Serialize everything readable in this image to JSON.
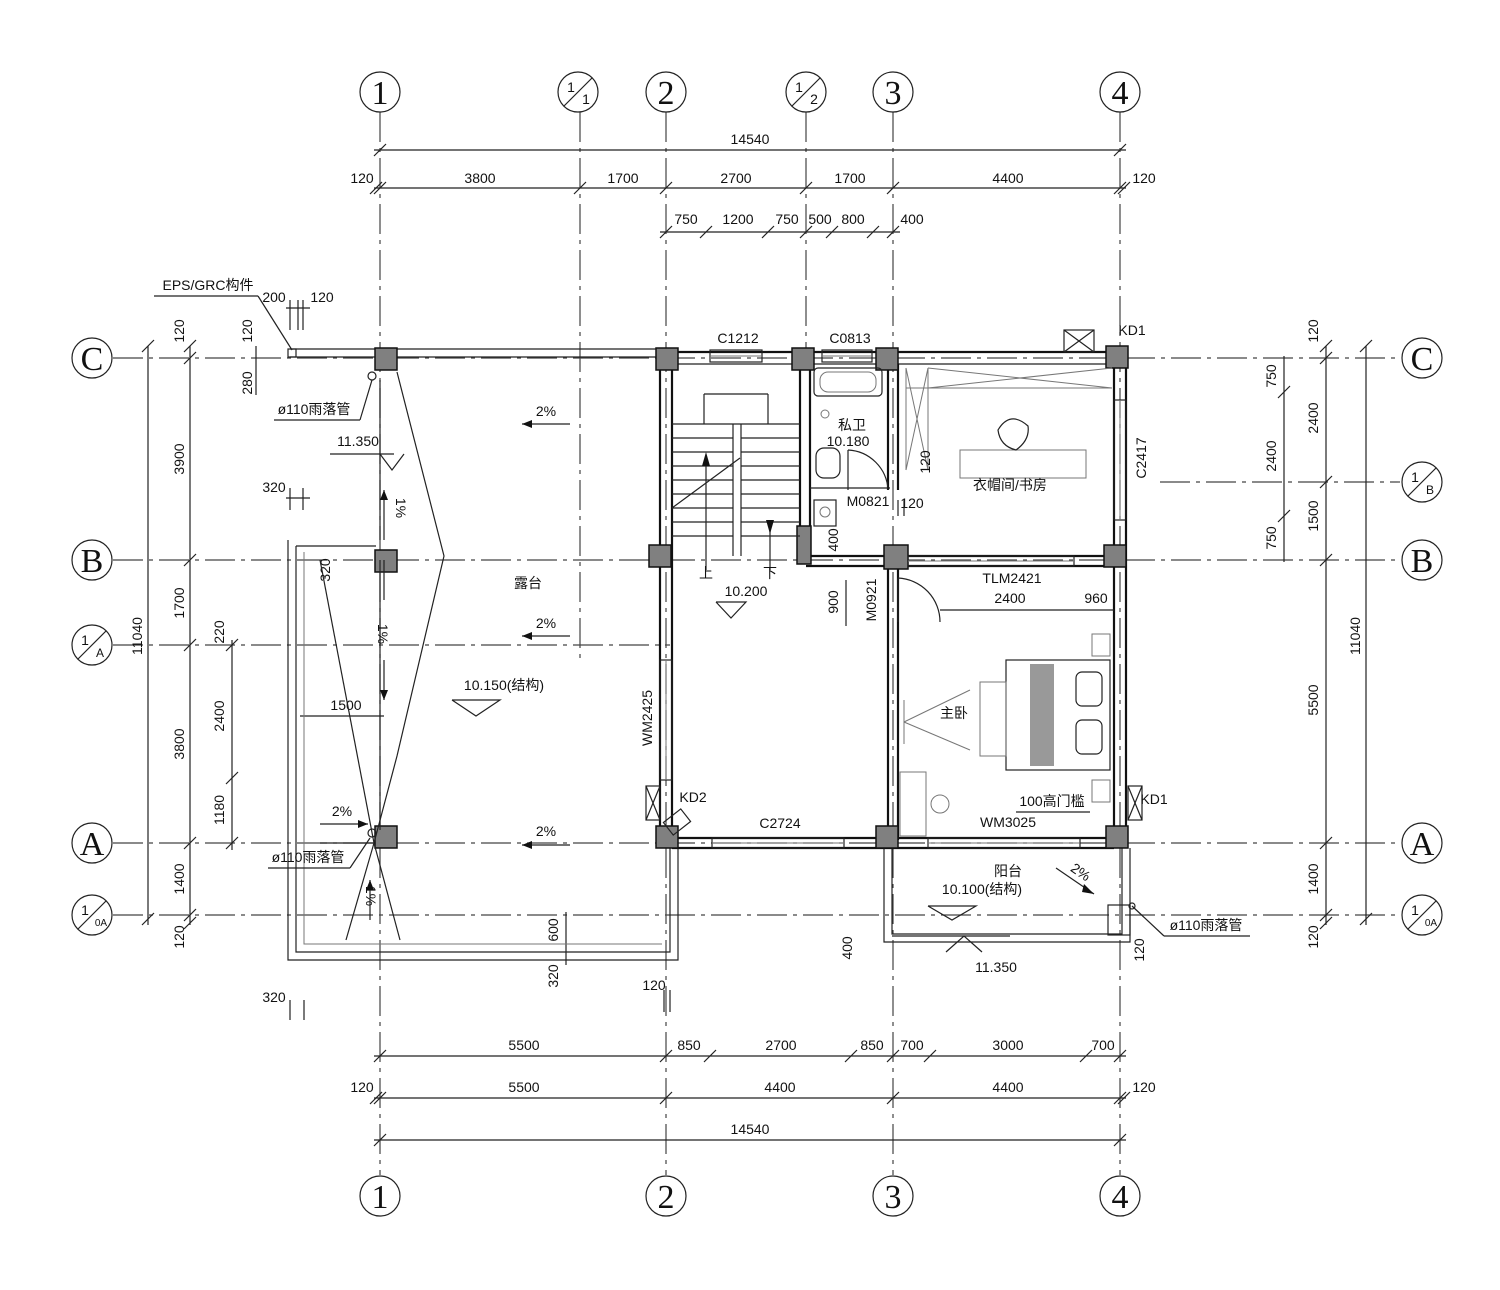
{
  "grid": {
    "top_bubbles": [
      "1",
      "1/1",
      "2",
      "1/2",
      "3",
      "4"
    ],
    "bottom_bubbles": [
      "1",
      "2",
      "3",
      "4"
    ],
    "left_bubbles": [
      "C",
      "B",
      "1/A",
      "A",
      "1/0A"
    ],
    "right_bubbles": [
      "C",
      "1/B",
      "B",
      "A",
      "1/0A"
    ]
  },
  "top_dims": {
    "overall": "14540",
    "row2": [
      "120",
      "3800",
      "1700",
      "2700",
      "1700",
      "4400",
      "120"
    ],
    "row3": [
      "750",
      "1200",
      "750",
      "500",
      "800",
      "400"
    ],
    "eps": [
      "200",
      "120"
    ]
  },
  "bottom_dims": {
    "row1": [
      "5500",
      "850",
      "2700",
      "850",
      "700",
      "3000",
      "700"
    ],
    "row2": [
      "120",
      "5500",
      "4400",
      "4400",
      "120"
    ],
    "overall": "14540",
    "misc": [
      "120",
      "320"
    ]
  },
  "left_dims": {
    "overall": "11040",
    "outer": [
      "120",
      "3900",
      "1700",
      "3800",
      "1400",
      "120"
    ],
    "inner": [
      "120",
      "280",
      "320",
      "320",
      "220",
      "2400",
      "1180",
      "1500",
      "600",
      "320"
    ]
  },
  "right_dims": {
    "overall": "11040",
    "outer": [
      "120",
      "2400",
      "1500",
      "5500",
      "1400",
      "120"
    ],
    "inner": [
      "750",
      "2400",
      "750"
    ]
  },
  "interior_dims": [
    "400",
    "120",
    "120",
    "900",
    "2400",
    "960",
    "400",
    "120"
  ],
  "labels": {
    "eps": "EPS/GRC构件",
    "rain_pipe": "ø110雨落管",
    "elev_11350": "11.350",
    "slope": "2%",
    "slope_1": "1%",
    "terrace": "露台",
    "terrace_elev": "10.150(结构)",
    "bath": "私卫",
    "bath_elev": "10.180",
    "stair_elev": "10.200",
    "up": "上",
    "down": "下",
    "closet": "衣帽间/书房",
    "master": "主卧",
    "balcony": "阳台",
    "balcony_elev": "10.100(结构)",
    "threshold": "100高门槛"
  },
  "openings": [
    "C1212",
    "C0813",
    "KD1",
    "C2417",
    "M0821",
    "M0921",
    "TLM2421",
    "WM2425",
    "KD2",
    "C2724",
    "WM3025",
    "KD1"
  ]
}
